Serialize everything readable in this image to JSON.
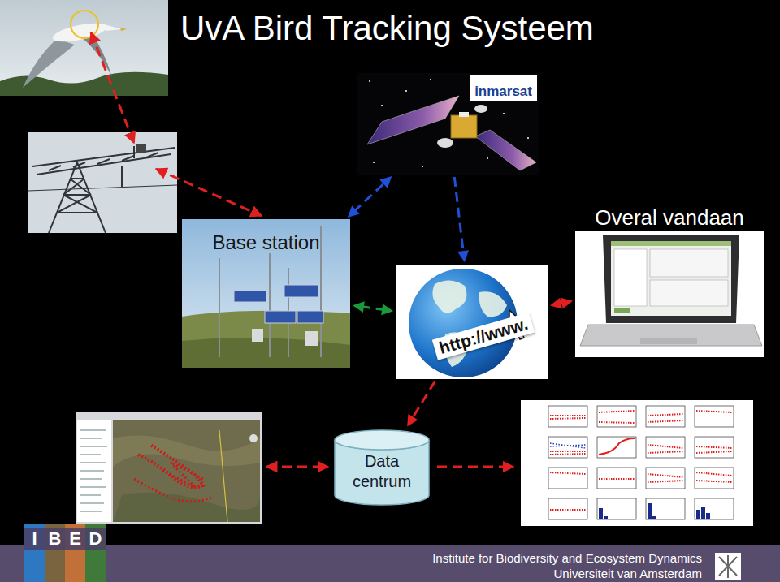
{
  "diagram": {
    "title": "UvA Bird Tracking Systeem",
    "nodes": [
      {
        "text": [
          "Base station"
        ]
      },
      {
        "text": [
          "inmarsat"
        ]
      },
      {
        "text": [
          "http://www."
        ]
      },
      {
        "text": [
          "Overal vandaan"
        ]
      },
      {
        "text": [
          "Data centrum"
        ]
      }
    ],
    "edges": [
      {
        "from": 0,
        "to": 1,
        "arrow": "both"
      },
      {
        "from": 0,
        "to": 2,
        "arrow": "both"
      },
      {
        "from": 1,
        "to": 2,
        "arrow": "to"
      },
      {
        "from": 2,
        "to": 3,
        "arrow": "both"
      },
      {
        "from": 2,
        "to": 4,
        "arrow": "to"
      }
    ],
    "labels": [
      "I",
      "B",
      "E",
      "D",
      "Institute for Biodiversity and Ecosystem Dynamics",
      "Universiteit van Amsterdam"
    ]
  }
}
